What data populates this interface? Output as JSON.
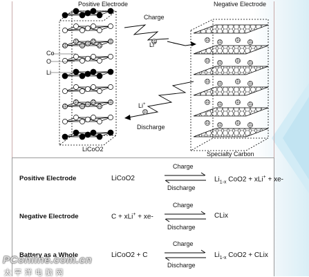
{
  "diagram": {
    "positive_title": "Positive Electrode",
    "negative_title": "Negative Electrode",
    "charge_label": "Charge",
    "discharge_label": "Discharge",
    "li_ion_charge": "Li",
    "li_ion_discharge": "Li",
    "ion_sup": "+",
    "legend": [
      {
        "label": "Co",
        "swatch": "black"
      },
      {
        "label": "O",
        "swatch": "white"
      },
      {
        "label": "Li",
        "swatch": "gray"
      }
    ],
    "positive_caption": "LiCoO2",
    "negative_caption": "Specialty Carbon"
  },
  "equations": [
    {
      "name": "Positive Electrode",
      "left": "LiCoO2",
      "top_label": "Charge",
      "bottom_label": "Discharge",
      "right_parts": {
        "a": "Li",
        "a_sub": "1-x",
        "b": " CoO2 + xLi",
        "b_sup": "+",
        "c": " + xe-"
      }
    },
    {
      "name": "Negative Electrode",
      "left_parts": {
        "a": "C + xLi",
        "a_sup": "+",
        "b": " + xe-"
      },
      "top_label": "Charge",
      "bottom_label": "Discharge",
      "right": "CLix"
    },
    {
      "name": "Battery as a Whole",
      "left": "LiCoO2 + C",
      "top_label": "Charge",
      "bottom_label": "Discharge",
      "right_parts": {
        "a": "Li",
        "a_sub": "1-x",
        "b": " CoO2 + CLix"
      }
    }
  ],
  "watermark": {
    "brand": "PConline.com.cn",
    "tagline": "太平洋电脑网"
  },
  "colors": {
    "frame": "#c9a9a9",
    "accent": "#bfe3f2",
    "ink": "#111111"
  }
}
